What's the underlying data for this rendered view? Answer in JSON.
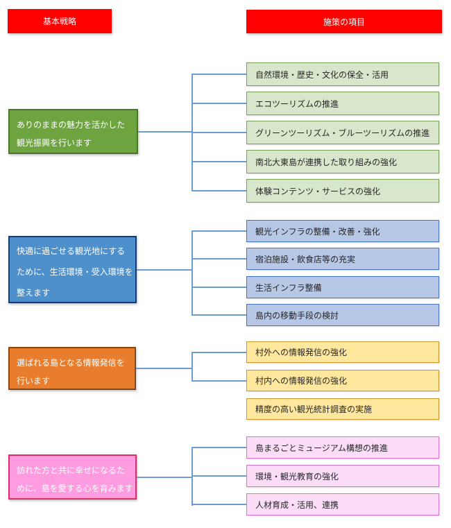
{
  "headers": {
    "left": {
      "label": "基本戦略"
    },
    "right": {
      "label": "施策の項目"
    }
  },
  "colors": {
    "header_red": "#fe0000",
    "connector_blue": "#6b9bd2",
    "strategy_green_fill": "#6da43f",
    "strategy_green_border": "#4b7329",
    "strategy_blue_fill": "#4e90cc",
    "strategy_blue_border": "#1f3864",
    "strategy_orange_fill": "#e87d2d",
    "strategy_orange_border": "#8c4410",
    "strategy_pink_fill": "#ff9ce1",
    "strategy_pink_border": "#de2c64",
    "item_green_fill": "#d8e7cb",
    "item_blue_fill": "#b7c7e6",
    "item_yellow_fill": "#ffe79e",
    "item_pink_fill": "#fbddf8",
    "item_text": "#262626",
    "strategy_text": "#ffffff"
  },
  "groups": [
    {
      "name": "nature",
      "strategy": {
        "text": "ありのままの魅力を活かした観光振興を行います",
        "lines": [
          "ありのままの魅力を活かした",
          "観光振興を行います"
        ]
      },
      "items": [
        {
          "label": "自然環境・歴史・文化の保全・活用"
        },
        {
          "label": "エコツーリズムの推進"
        },
        {
          "label": "グリーンツーリズム・ブルーツーリズムの推進"
        },
        {
          "label": "南北大東島が連携した取り組みの強化"
        },
        {
          "label": "体験コンテンツ・サービスの強化"
        }
      ]
    },
    {
      "name": "environment",
      "strategy": {
        "text": "快適に過ごせる観光地にするために、生活環境・受入環境を整えます",
        "lines": [
          "快適に過ごせる観光地にする",
          "ために、生活環境・受入環境を",
          "整えます"
        ]
      },
      "items": [
        {
          "label": "観光インフラの整備・改善・強化"
        },
        {
          "label": "宿泊施設・飲食店等の充実"
        },
        {
          "label": "生活インフラ整備"
        },
        {
          "label": "島内の移動手段の検討"
        }
      ]
    },
    {
      "name": "information",
      "strategy": {
        "text": "選ばれる島となる情報発信を行います",
        "lines": [
          "選ばれる島となる情報発信を",
          "行います"
        ]
      },
      "items": [
        {
          "label": "村外への情報発信の強化"
        },
        {
          "label": "村内への情報発信の強化"
        },
        {
          "label": "精度の高い観光統計調査の実施"
        }
      ]
    },
    {
      "name": "education",
      "strategy": {
        "text": "訪れた方と共に幸せになるために、島を愛する心を育みます",
        "lines": [
          "訪れた方と共に幸せになるた",
          "めに、島を愛する心を育みます"
        ]
      },
      "items": [
        {
          "label": "島まるごとミュージアム構想の推進"
        },
        {
          "label": "環境・観光教育の強化"
        },
        {
          "label": "人材育成・活用、連携"
        }
      ]
    }
  ]
}
